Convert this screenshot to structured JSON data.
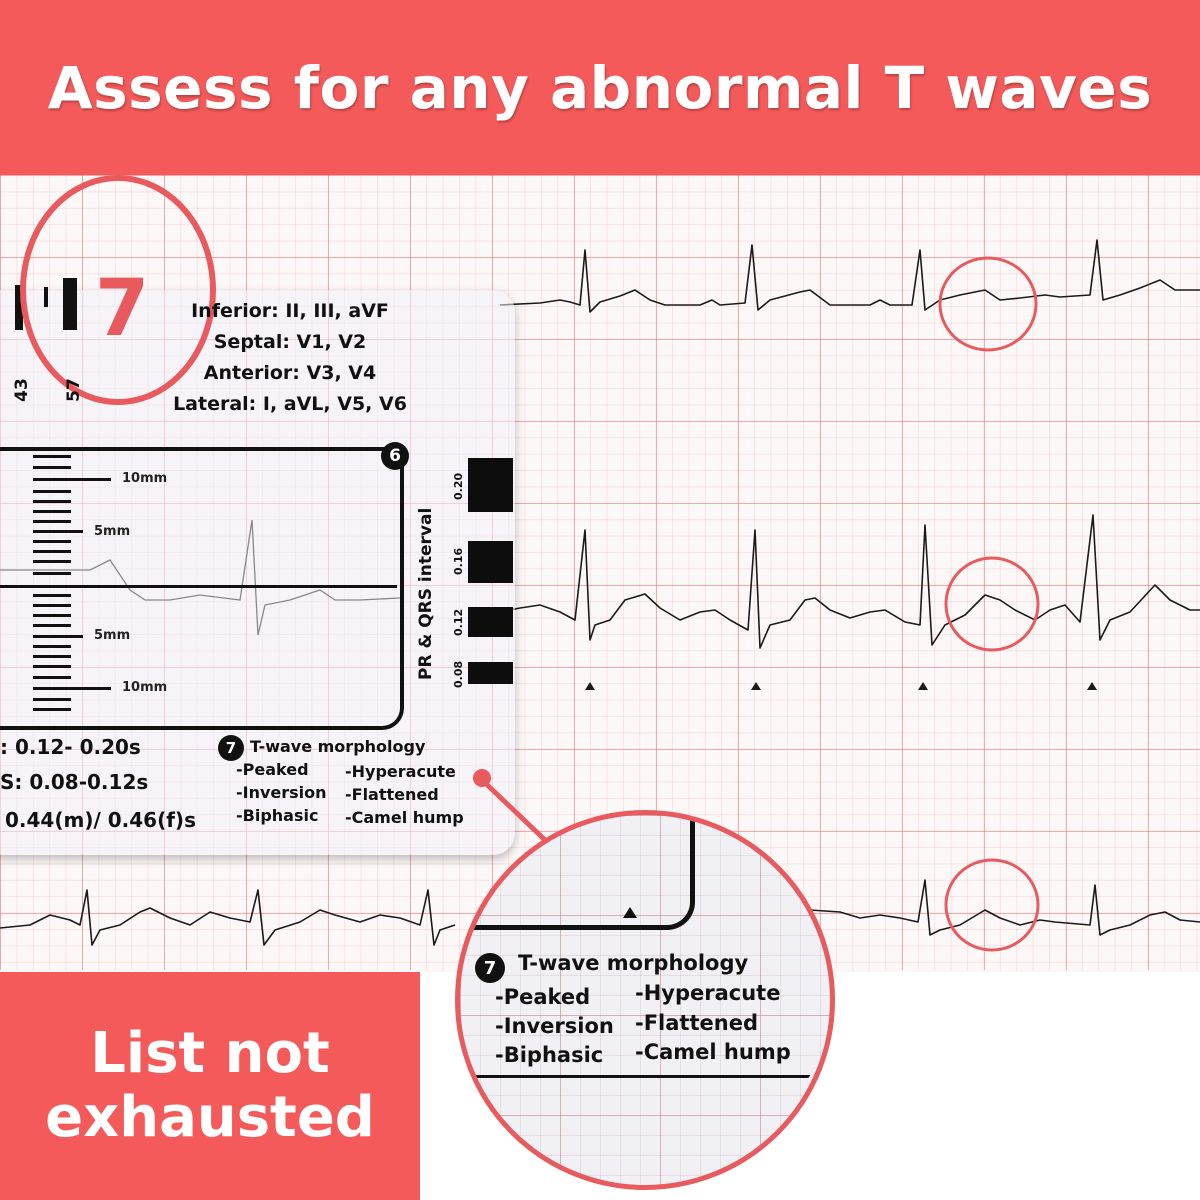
{
  "header": {
    "title": "Assess for any abnormal T waves"
  },
  "footer": {
    "line1": "List not",
    "line2": "exhausted"
  },
  "ruler": {
    "step_number": "7",
    "side_numbers": [
      "43",
      "57"
    ],
    "leads": [
      "Inferior: II, III, aVF",
      "Septal: V1, V2",
      "Anterior: V3, V4",
      "Lateral: I, aVL, V5, V6"
    ],
    "measure_badge": "6",
    "mm_labels": {
      "top": "10mm",
      "upper_mid": "5mm",
      "lower_mid": "5mm",
      "bottom": "10mm"
    },
    "interval": {
      "title": "PR & QRS interval",
      "values": [
        "0.20",
        "0.16",
        "0.12",
        "0.08"
      ]
    },
    "normals": [
      ": 0.12- 0.20s",
      "S: 0.08-0.12s",
      "0.44(m)/ 0.46(f)s"
    ],
    "twave": {
      "badge": "7",
      "title": "T-wave morphology",
      "items": [
        "-Peaked",
        "-Hyperacute",
        "-Inversion",
        "-Flattened",
        "-Biphasic",
        "-Camel hump"
      ]
    }
  },
  "magnifier": {
    "badge": "7",
    "title": "T-wave morphology",
    "items": [
      "-Peaked",
      "-Hyperacute",
      "-Inversion",
      "-Flattened",
      "-Biphasic",
      "-Camel hump"
    ]
  },
  "colors": {
    "accent": "#f45a5a",
    "circle": "#e85a5e",
    "grid_major": "#e27880",
    "text": "#111111"
  }
}
